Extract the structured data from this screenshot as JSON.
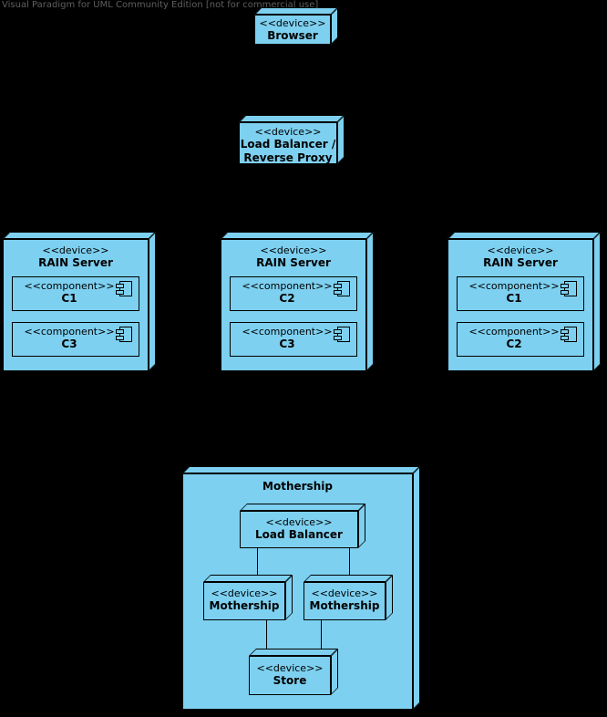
{
  "watermark": "Visual Paradigm for UML Community Edition [not for commercial use]",
  "colors": {
    "background": "#000000",
    "node_fill": "#7DD0F0",
    "border": "#000000",
    "watermark_text": "#5F5F5F"
  },
  "icons": {
    "component": "uml-component-glyph (rectangle with two side tabs)"
  },
  "nodes": {
    "browser": {
      "stereotype": "<<device>>",
      "name": "Browser"
    },
    "load_balancer_proxy": {
      "stereotype": "<<device>>",
      "name_line1": "Load Balancer /",
      "name_line2": "Reverse Proxy"
    },
    "rain_server_1": {
      "stereotype": "<<device>>",
      "name": "RAIN Server",
      "components": [
        {
          "stereotype": "<<component>>",
          "name": "C1"
        },
        {
          "stereotype": "<<component>>",
          "name": "C3"
        }
      ]
    },
    "rain_server_2": {
      "stereotype": "<<device>>",
      "name": "RAIN Server",
      "components": [
        {
          "stereotype": "<<component>>",
          "name": "C2"
        },
        {
          "stereotype": "<<component>>",
          "name": "C3"
        }
      ]
    },
    "rain_server_3": {
      "stereotype": "<<device>>",
      "name": "RAIN Server",
      "components": [
        {
          "stereotype": "<<component>>",
          "name": "C1"
        },
        {
          "stereotype": "<<component>>",
          "name": "C2"
        }
      ]
    },
    "mothership_group": {
      "name": "Mothership"
    },
    "inner_load_balancer": {
      "stereotype": "<<device>>",
      "name": "Load Balancer"
    },
    "mothership_left": {
      "stereotype": "<<device>>",
      "name": "Mothership"
    },
    "mothership_right": {
      "stereotype": "<<device>>",
      "name": "Mothership"
    },
    "store": {
      "stereotype": "<<device>>",
      "name": "Store"
    }
  }
}
